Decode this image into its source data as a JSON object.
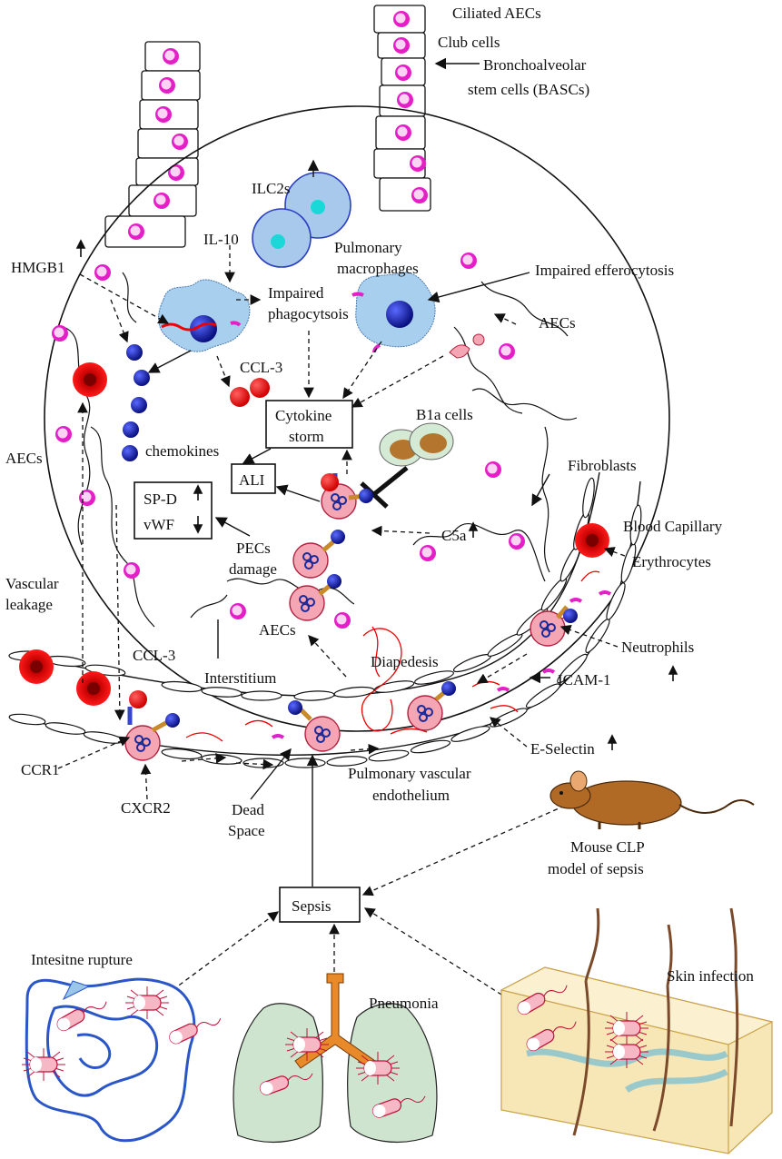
{
  "labels": {
    "ciliated_aecs": "Ciliated AECs",
    "club_cells": "Club cells",
    "basc_1": "Bronchoalveolar",
    "basc_2": "stem cells (BASCs)",
    "ilc2s": "ILC2s",
    "il10": "IL-10",
    "hmgb1": "HMGB1",
    "pulm_macro_1": "Pulmonary",
    "pulm_macro_2": "macrophages",
    "impaired_efferocytosis": "Impaired efferocytosis",
    "impaired_phago_1": "Impaired",
    "impaired_phago_2": "phagocytsois",
    "aecs_top_right": "AECs",
    "ccl3_alveolar": "CCL-3",
    "cytokine_1": "Cytokine",
    "cytokine_2": "storm",
    "b1a_cells": "B1a cells",
    "chemokines": "chemokines",
    "aecs_left": "AECs",
    "ali": "ALI",
    "fibroblasts": "Fibroblasts",
    "sp_d": "SP-D",
    "vwf": "vWF",
    "c5a": "C5a",
    "blood_capillary": "Blood Capillary",
    "pecs_1": "PECs",
    "pecs_2": "damage",
    "erythrocytes": "Erythrocytes",
    "vascular_1": "Vascular",
    "vascular_2": "leakage",
    "aecs_bottom": "AECs",
    "diapedesis": "Diapedesis",
    "neutrophils": "Neutrophils",
    "ccl3_vessel": "CCL-3",
    "interstitium": "Interstitium",
    "icam1": "ICAM-1",
    "e_selectin": "E-Selectin",
    "ccr1": "CCR1",
    "cxcr2": "CXCR2",
    "pulm_endo_1": "Pulmonary vascular",
    "pulm_endo_2": "endothelium",
    "dead_1": "Dead",
    "dead_2": "Space",
    "mouse_1": "Mouse CLP",
    "mouse_2": "model of sepsis",
    "sepsis": "Sepsis",
    "intestine": "Intesitne rupture",
    "pneumonia": "Pneumonia",
    "skin": "Skin infection"
  },
  "colors": {
    "nucleus_magenta": "#e61ec8",
    "neutrophil_fill": "#f4a6b4",
    "neutrophil_granule": "#1a2a9a",
    "macrophage": "#a9cfee",
    "macro_nucleus": "#1010c0",
    "ilc2": "#a8c8ec",
    "ilc2_core": "#1ad8d8",
    "erythrocyte": "#e50000",
    "integrin": "#c98a2a",
    "lung_tissue": "#cfe4cf",
    "trachea": "#e8892a",
    "mouse": "#b06a26",
    "skin": "#f7e6b6",
    "b1a_outer": "#d4ead4",
    "b1a_inner": "#b4762e"
  }
}
